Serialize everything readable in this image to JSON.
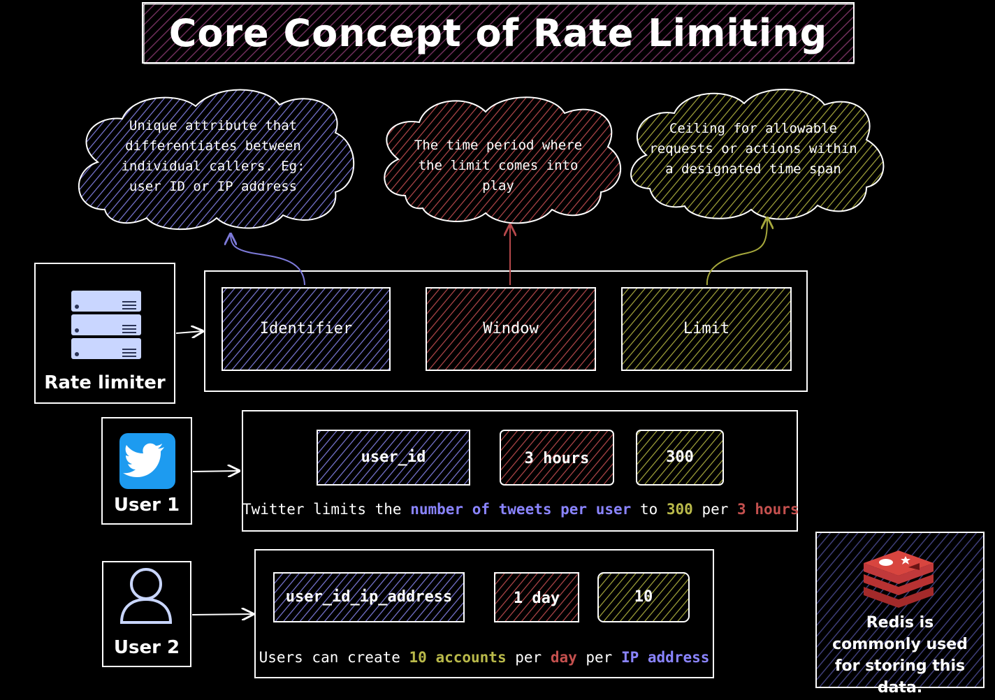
{
  "title": "Core Concept of Rate Limiting",
  "colors": {
    "identifier": "#7d7ad9",
    "window": "#b5484b",
    "limit": "#a6a83c",
    "title_hatch": "#6e2e5a",
    "redis_hatch": "#3e3e78",
    "redis_logo": "#c0393b",
    "twitter": "#1d9bf0"
  },
  "clouds": {
    "identifier": "Unique attribute that differentiates between individual callers. Eg: user ID or IP address",
    "window": "The time period where the limit comes into play",
    "limit": "Ceiling for allowable requests or actions within a designated time span"
  },
  "concepts": {
    "identifier": "Identifier",
    "window": "Window",
    "limit": "Limit"
  },
  "rate_limiter": {
    "icon": "server-stack-icon",
    "label": "Rate limiter"
  },
  "user1": {
    "icon": "twitter-bird-icon",
    "label": "User 1",
    "identifier": "user_id",
    "window": "3 hours",
    "limit": "300",
    "caption": {
      "p1": "Twitter limits the ",
      "identifier": "number of tweets per user",
      "p2": " to ",
      "limit": "300",
      "p3": " per ",
      "window": "3 hours"
    }
  },
  "user2": {
    "icon": "person-outline-icon",
    "label": "User 2",
    "identifier": "user_id_ip_address",
    "window": "1 day",
    "limit": "10",
    "caption": {
      "p1": "Users can create ",
      "limit": "10 accounts",
      "p2": " per ",
      "window": "day",
      "p3": " per ",
      "identifier": "IP address"
    }
  },
  "redis": {
    "icon": "redis-logo-icon",
    "text": "Redis is commonly used for storing this data."
  }
}
